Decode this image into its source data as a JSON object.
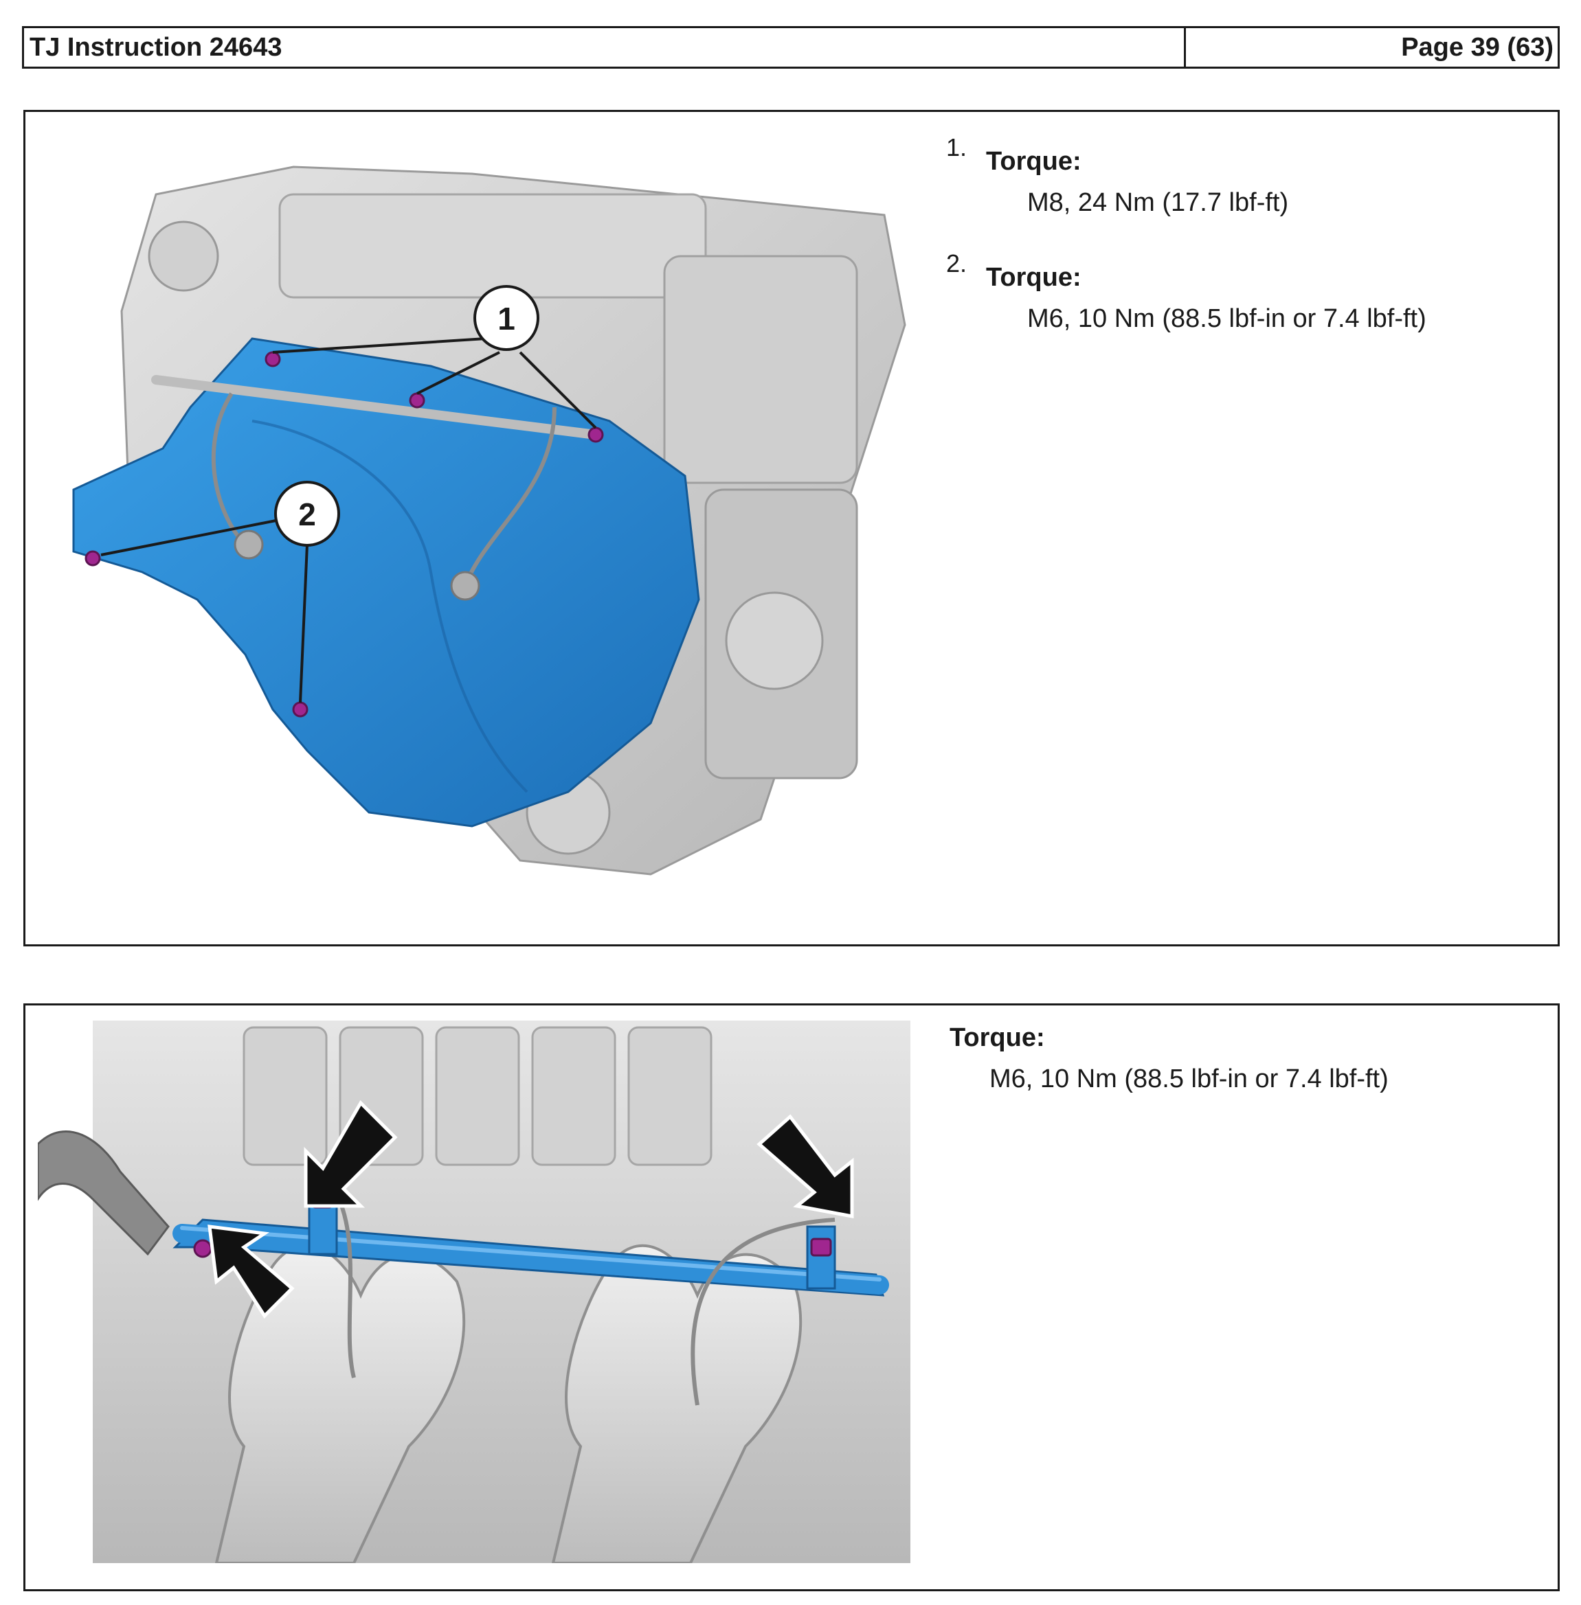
{
  "header": {
    "title": "TJ Instruction 24643",
    "page": "Page 39 (63)"
  },
  "section1": {
    "callouts": [
      "1",
      "2"
    ],
    "steps": [
      {
        "number": "1.",
        "heading": "Torque:",
        "spec": "M8, 24 Nm (17.7 lbf-ft)"
      },
      {
        "number": "2.",
        "heading": "Torque:",
        "spec": "M6, 10 Nm (88.5 lbf-in or 7.4 lbf-ft)"
      }
    ],
    "colors": {
      "heat_shield": "#2f8fd8",
      "bolt": "#a0268f",
      "engine": "#c9c9c9"
    }
  },
  "section2": {
    "heading": "Torque:",
    "spec": "M6, 10 Nm (88.5 lbf-in or 7.4 lbf-ft)",
    "colors": {
      "pipe": "#2f8fd8",
      "bolt": "#a0268f",
      "arrow": "#111111"
    }
  }
}
